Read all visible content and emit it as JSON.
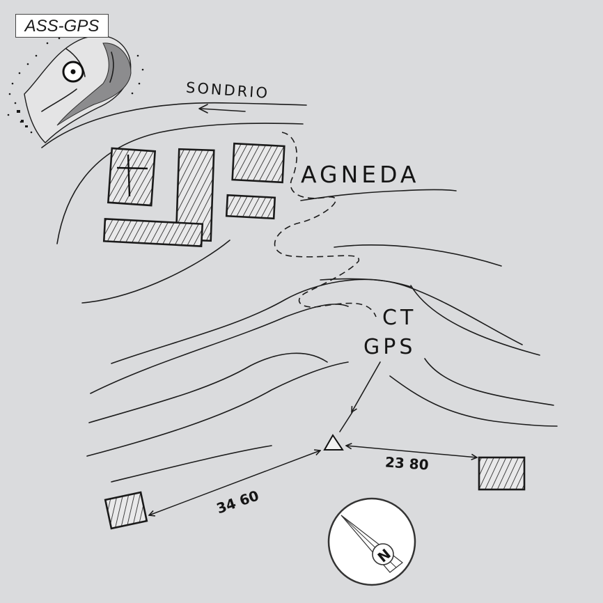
{
  "title": "ASS-GPS",
  "labels": {
    "road": "SONDRIO",
    "village": "AGNEDA",
    "station_line1": "CT",
    "station_line2": "GPS"
  },
  "distances": {
    "left": "34 60",
    "right": "23 80"
  },
  "north_label": "N",
  "icons": {
    "survey_point": "circle-dot-icon",
    "station_marker": "triangle-icon",
    "north_arrow": "compass-north-icon"
  },
  "colors": {
    "background": "#dadbdd",
    "ink": "#1a1a1a",
    "title_box": "#ffffff"
  }
}
